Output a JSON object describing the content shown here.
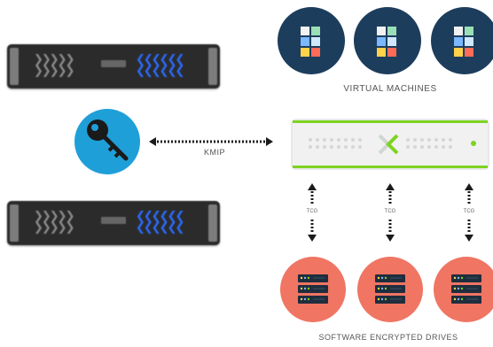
{
  "labels": {
    "virtual_machines": "VIRTUAL MACHINES",
    "kmip": "KMIP",
    "tcg": "TCG",
    "software_encrypted_drives": "SOFTWARE ENCRYPTED DRIVES"
  },
  "icons": {
    "server": "rack-server-icon",
    "key": "key-icon",
    "vm": "cube-icon",
    "controller": "nutanix-node-icon",
    "drive": "server-stack-icon"
  },
  "colors": {
    "vm_bg": "#1d3d5c",
    "key_bg": "#1f9fd8",
    "drive_bg": "#f07563",
    "accent_green": "#7ed321",
    "server_blue": "#2a6cff"
  }
}
